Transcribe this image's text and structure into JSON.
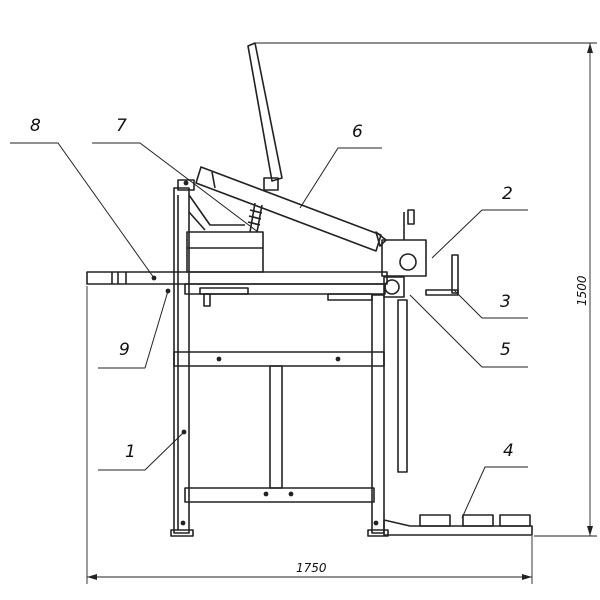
{
  "callouts": [
    {
      "id": "1",
      "text": "1"
    },
    {
      "id": "2",
      "text": "2"
    },
    {
      "id": "3",
      "text": "3"
    },
    {
      "id": "4",
      "text": "4"
    },
    {
      "id": "5",
      "text": "5"
    },
    {
      "id": "6",
      "text": "6"
    },
    {
      "id": "7",
      "text": "7"
    },
    {
      "id": "8",
      "text": "8"
    },
    {
      "id": "9",
      "text": "9"
    }
  ],
  "dimensions": {
    "width": "1750",
    "height": "1500"
  }
}
